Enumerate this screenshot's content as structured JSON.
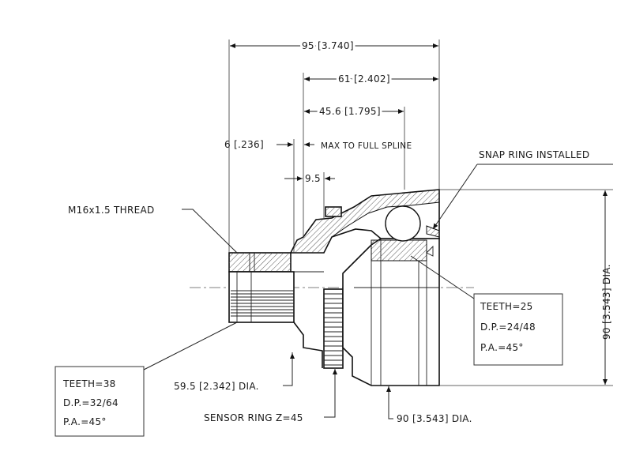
{
  "dimensions": {
    "overall_length": "95 [3.740]",
    "length_61": "61 [2.402]",
    "length_45": "45.6 [1.795]",
    "thread_offset": "6 [.236]",
    "max_to_full_spline": "MAX TO FULL SPLINE",
    "width_9": "9.5",
    "dia_59": "59.5 [2.342] DIA.",
    "dia_90_right": "90 [3.543] DIA.",
    "dia_90_bottom": "90 [3.543] DIA."
  },
  "callouts": {
    "thread": "M16x1.5 THREAD",
    "snap_ring": "SNAP RING INSTALLED",
    "sensor_ring": "SENSOR RING Z=45"
  },
  "outer_spline": {
    "teeth": "TEETH=38",
    "dp": "D.P.=32/64",
    "pa": "P.A.=45°"
  },
  "inner_spline": {
    "teeth": "TEETH=25",
    "dp": "D.P.=24/48",
    "pa": "P.A.=45°"
  },
  "colors": {
    "line": "#111111",
    "hatch": "#555555",
    "background": "#ffffff"
  }
}
